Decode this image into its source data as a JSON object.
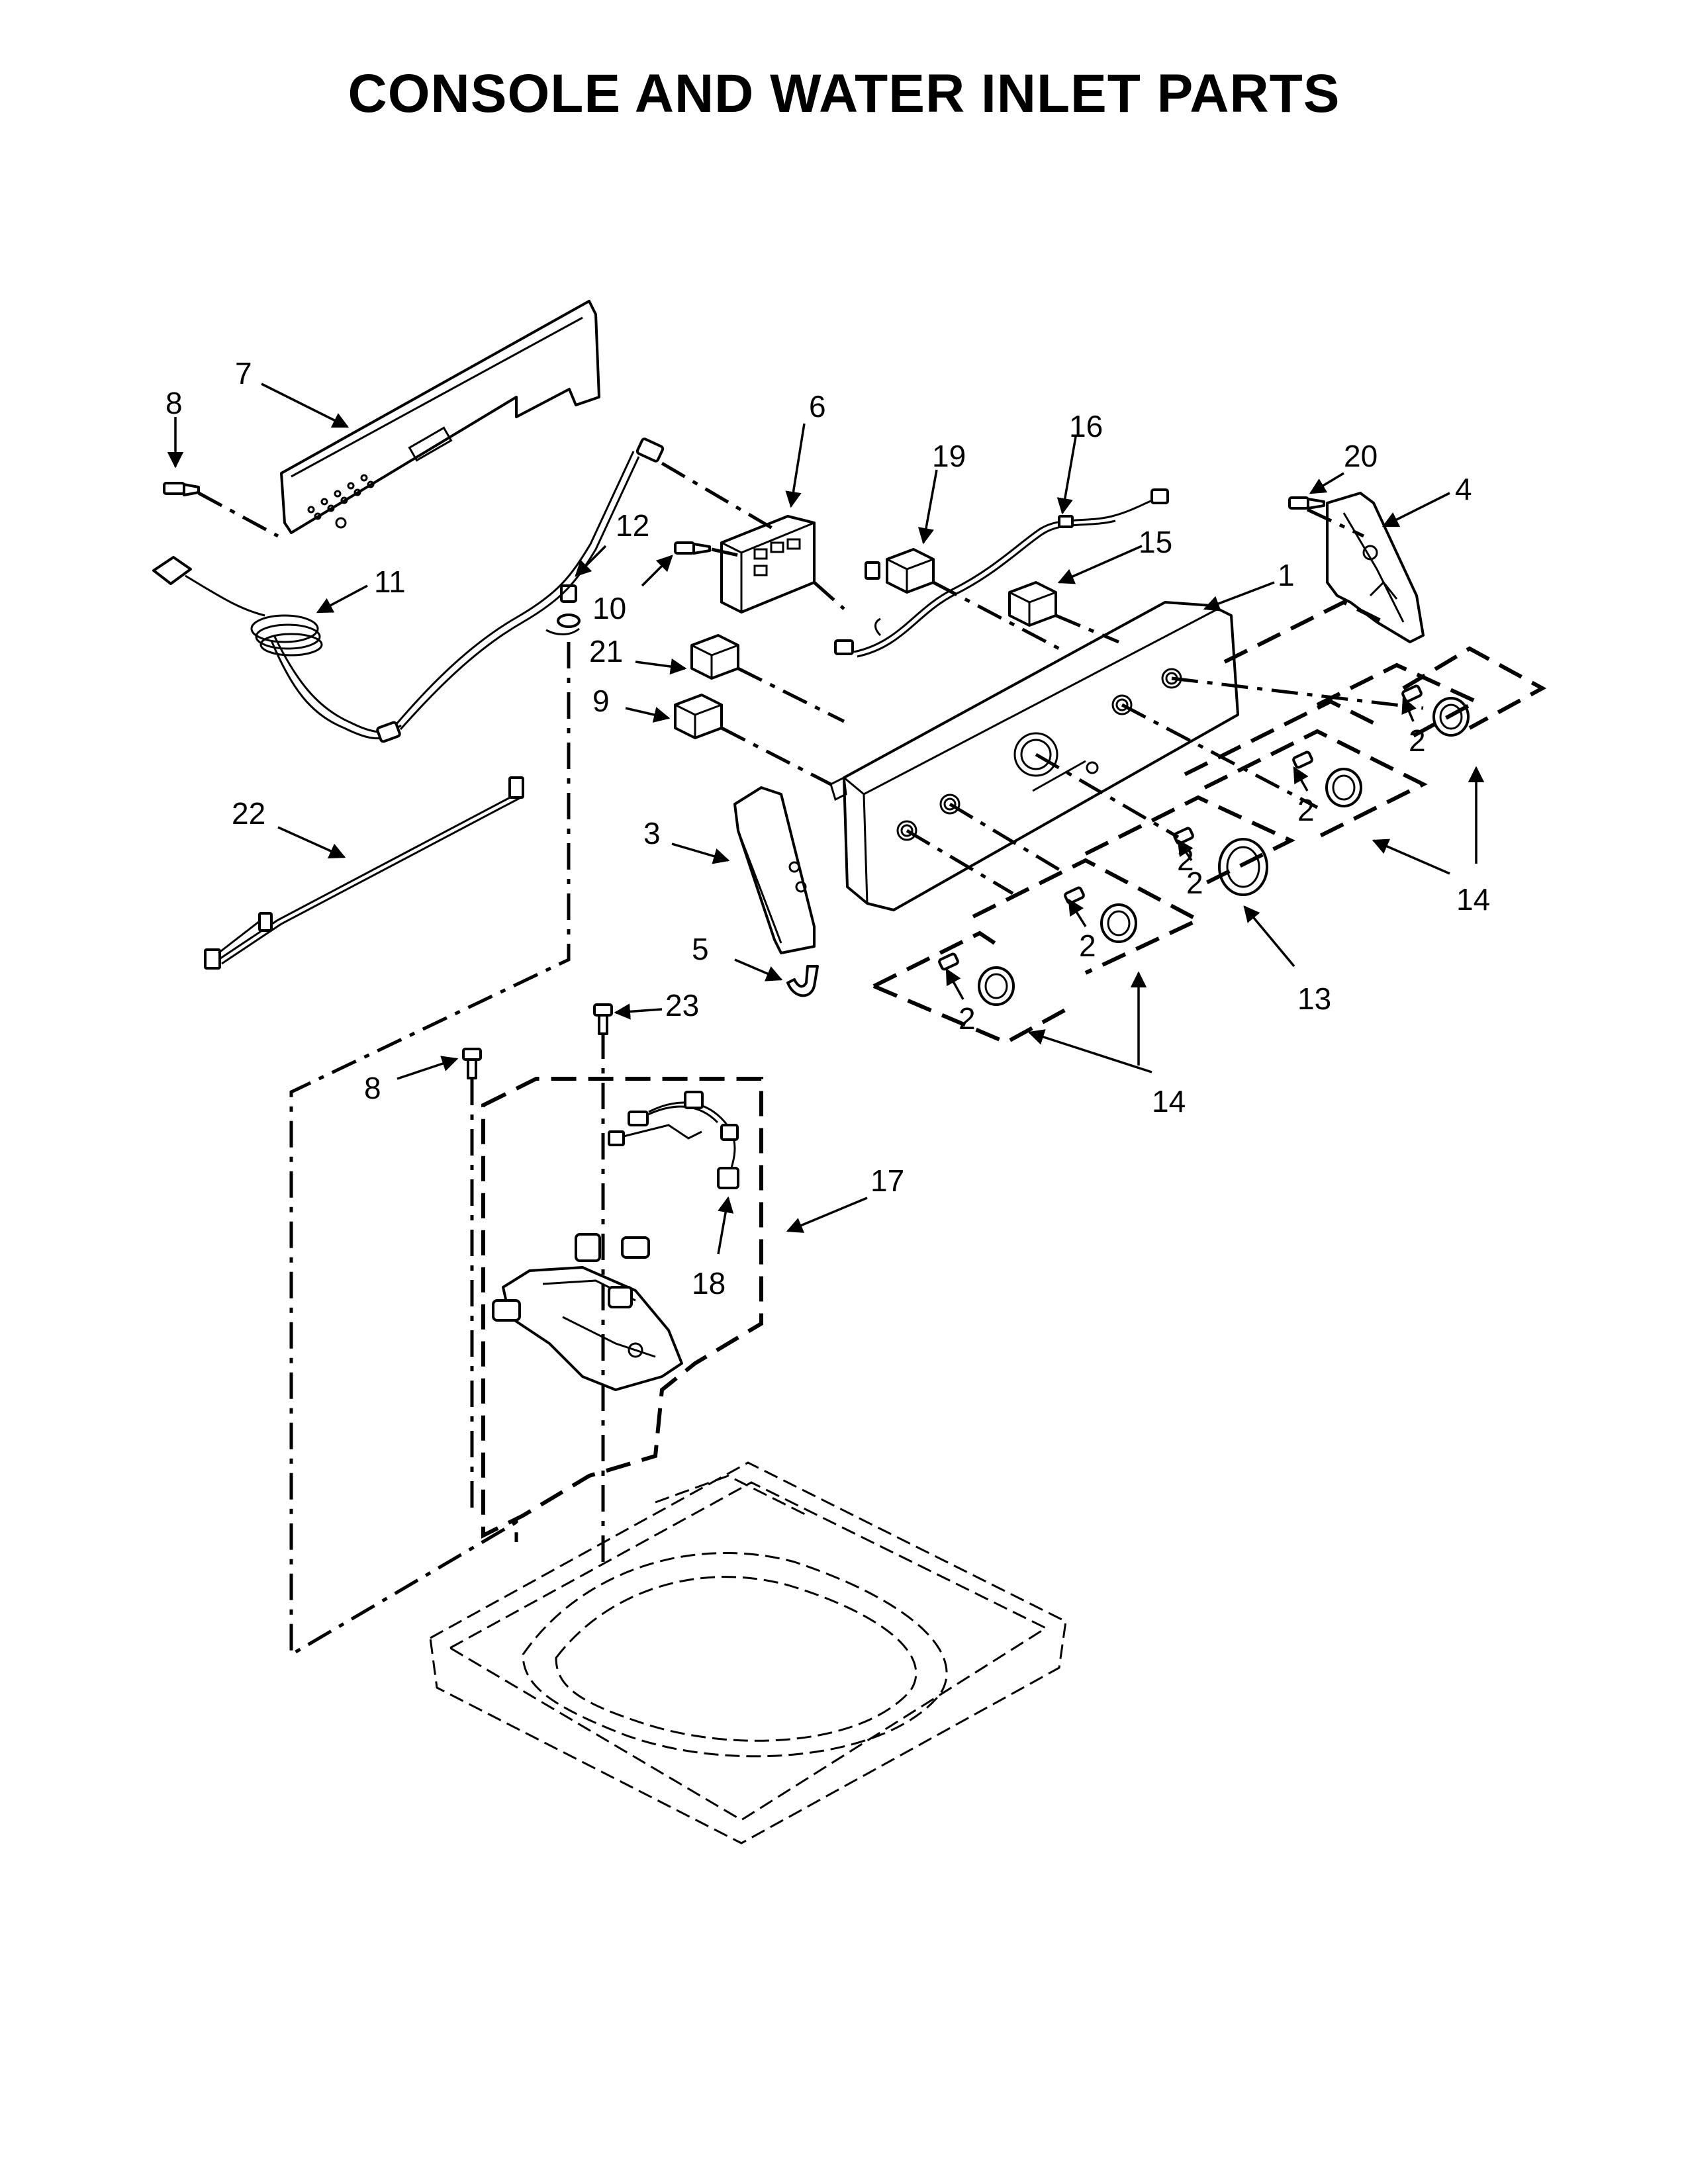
{
  "title": "CONSOLE AND WATER INLET PARTS",
  "callouts": {
    "c1": "1",
    "c2a": "2",
    "c2b": "2",
    "c2c": "2",
    "c2d": "2",
    "c2e": "2",
    "c2f": "2",
    "c3": "3",
    "c4": "4",
    "c5": "5",
    "c6": "6",
    "c7": "7",
    "c8a": "8",
    "c8b": "8",
    "c9": "9",
    "c10": "10",
    "c11": "11",
    "c12": "12",
    "c13": "13",
    "c14a": "14",
    "c14b": "14",
    "c15": "15",
    "c16": "16",
    "c17": "17",
    "c18": "18",
    "c19": "19",
    "c20": "20",
    "c21": "21",
    "c22": "22",
    "c23": "23"
  }
}
